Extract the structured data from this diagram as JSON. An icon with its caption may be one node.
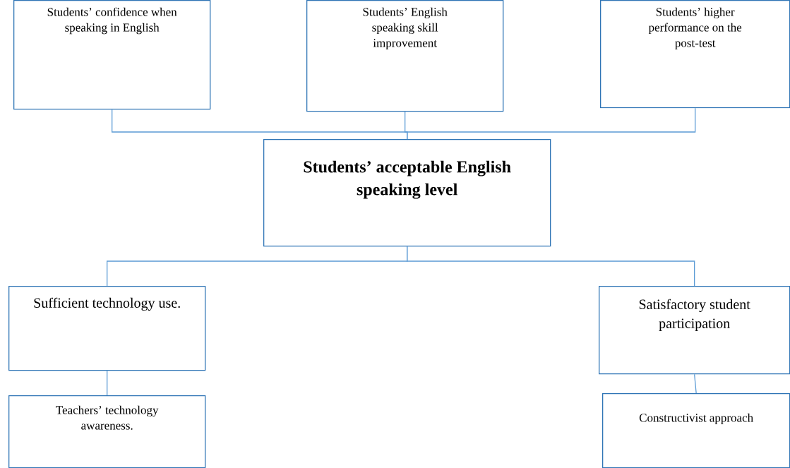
{
  "diagram": {
    "nodes": [
      {
        "text": [
          "Students’ confidence when speaking in English"
        ]
      },
      {
        "text": [
          "Students’ English speaking skill improvement"
        ]
      },
      {
        "text": [
          "Students’ higher performance on the post-test"
        ]
      },
      {
        "text": [
          "Students’ acceptable English speaking level"
        ]
      },
      {
        "text": [
          "Sufficient technology use."
        ]
      },
      {
        "text": [
          "Teachers’ technology awareness."
        ]
      },
      {
        "text": [
          "Satisfactory student participation"
        ]
      },
      {
        "text": [
          "Constructivist approach"
        ]
      }
    ],
    "edges": [
      {
        "from": 3,
        "to": 0,
        "arrow": "none"
      },
      {
        "from": 3,
        "to": 1,
        "arrow": "none"
      },
      {
        "from": 3,
        "to": 2,
        "arrow": "none"
      },
      {
        "from": 3,
        "to": 4,
        "arrow": "none"
      },
      {
        "from": 3,
        "to": 6,
        "arrow": "none"
      },
      {
        "from": 4,
        "to": 5,
        "arrow": "none"
      },
      {
        "from": 6,
        "to": 7,
        "arrow": "none"
      }
    ]
  }
}
